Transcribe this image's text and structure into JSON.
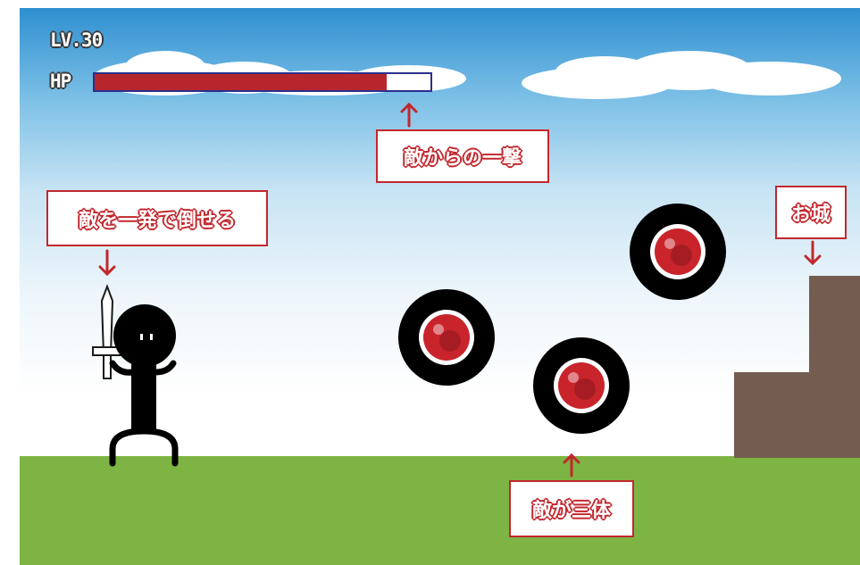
{
  "hud": {
    "level_text": "LV.30",
    "hp_label": "HP",
    "hp_fraction": 0.87
  },
  "callouts": {
    "enemy_attack": "敵からの一撃",
    "one_hit_kill": "敵を一発で倒せる",
    "castle": "お城",
    "three_enemies": "敵が三体"
  },
  "colors": {
    "hp_fill": "#b8262d",
    "hp_border": "#2b2f8c",
    "callout_red": "#c2272d",
    "ground": "#7db443",
    "castle": "#735d51",
    "enemy_outer": "#000000",
    "enemy_eye": "#c9242b"
  },
  "icons": {
    "player": "stick-figure-with-sword",
    "enemy": "eyeball-enemy",
    "castle": "castle-block",
    "arrow": "arrow-icon"
  }
}
